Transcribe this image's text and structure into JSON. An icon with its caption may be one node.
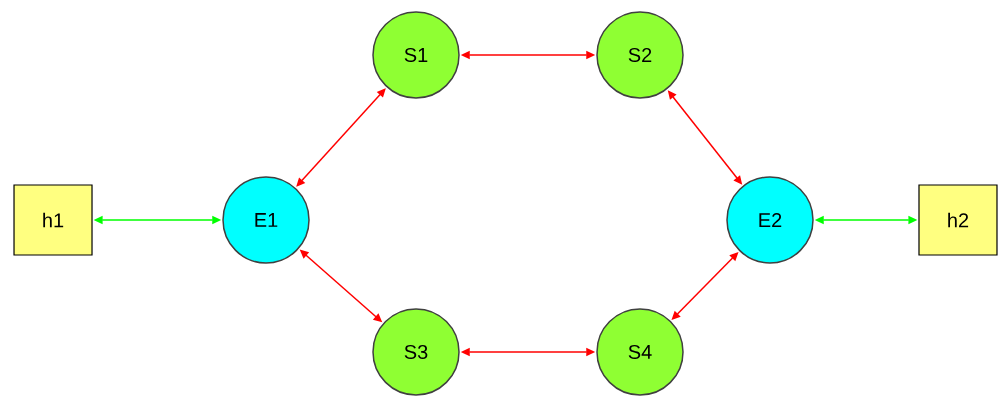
{
  "diagram": {
    "nodes": [
      {
        "text": [
          "h1"
        ]
      },
      {
        "text": [
          "E1"
        ]
      },
      {
        "text": [
          "S1"
        ]
      },
      {
        "text": [
          "S2"
        ]
      },
      {
        "text": [
          "S3"
        ]
      },
      {
        "text": [
          "S4"
        ]
      },
      {
        "text": [
          "E2"
        ]
      },
      {
        "text": [
          "h2"
        ]
      }
    ],
    "edges": [
      {
        "from": 0,
        "to": 1,
        "arrow": "both",
        "color": "#00ff00"
      },
      {
        "from": 1,
        "to": 2,
        "arrow": "both"
      },
      {
        "from": 2,
        "to": 3,
        "arrow": "both"
      },
      {
        "from": 3,
        "to": 6,
        "arrow": "both"
      },
      {
        "from": 1,
        "to": 4,
        "arrow": "both"
      },
      {
        "from": 4,
        "to": 5,
        "arrow": "both"
      },
      {
        "from": 5,
        "to": 6,
        "arrow": "both"
      },
      {
        "from": 6,
        "to": 7,
        "arrow": "both",
        "color": "#00ff00"
      }
    ]
  }
}
